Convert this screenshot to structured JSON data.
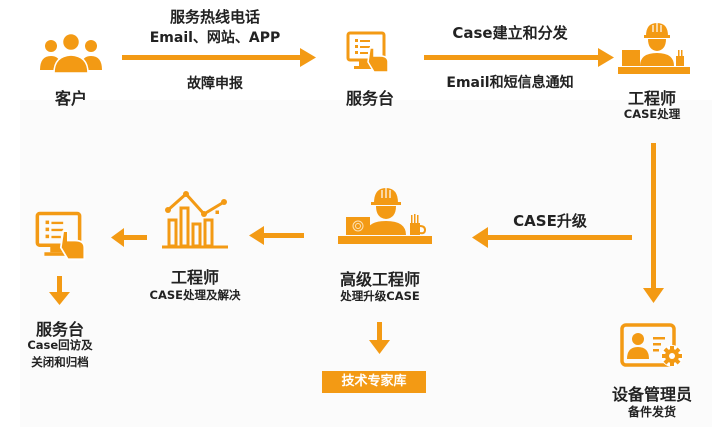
{
  "colors": {
    "accent": "#f39a14",
    "text": "#222222",
    "background": "#ffffff"
  },
  "nodes": {
    "customer": {
      "icon": "users-group-icon",
      "label": "客户"
    },
    "service_desk": {
      "icon": "monitor-touch-icon",
      "label": "服务台"
    },
    "engineer_top": {
      "icon": "engineer-desk-icon",
      "label": "工程师",
      "sublabel": "CASE处理"
    },
    "senior_engineer": {
      "icon": "engineer-desk-icon",
      "label": "高级工程师",
      "sublabel": "处理升级CASE"
    },
    "engineer_mid": {
      "icon": "bar-chart-trend-icon",
      "label": "工程师",
      "sublabel": "CASE处理及解决"
    },
    "service_desk_final": {
      "icon": "monitor-touch-icon",
      "label": "服务台",
      "sublabel_1": "Case回访及",
      "sublabel_2": "关闭和归档"
    },
    "equipment_manager": {
      "icon": "id-card-gear-icon",
      "label": "设备管理员",
      "sublabel": "备件发货"
    },
    "expert_library": {
      "label": "技术专家库"
    }
  },
  "edges": {
    "customer_to_desk": {
      "above_1": "服务热线电话",
      "above_2": "Email、网站、APP",
      "below": "故障申报"
    },
    "desk_to_engineer": {
      "above": "Case建立和分发",
      "below": "Email和短信息通知"
    },
    "escalation": {
      "label": "CASE升级"
    }
  }
}
